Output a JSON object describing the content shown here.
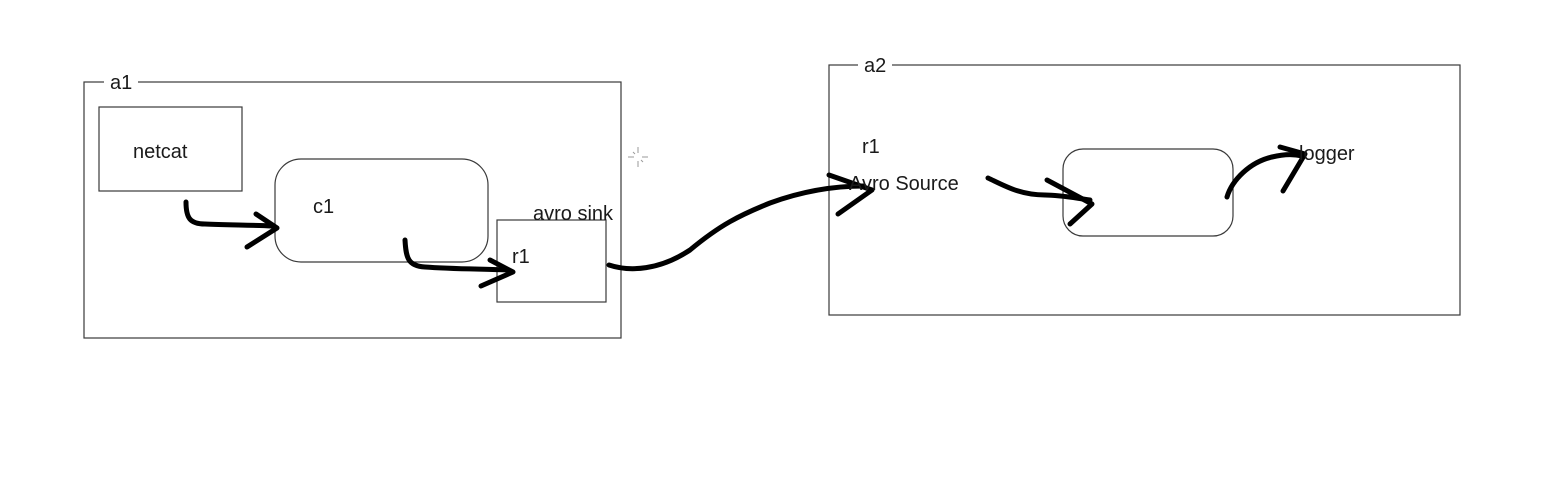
{
  "diagram": {
    "agents": [
      {
        "id": "a1",
        "label": "a1"
      },
      {
        "id": "a2",
        "label": "a2"
      }
    ],
    "nodes": {
      "netcat": {
        "label": "netcat"
      },
      "c1": {
        "label": "c1"
      },
      "a1_r1": {
        "label": "r1"
      },
      "avro_sink": {
        "label": "avro sink"
      },
      "a2_r1": {
        "label": "r1"
      },
      "avro_source": {
        "label": "Avro Source"
      },
      "logger": {
        "label": "logger"
      }
    }
  },
  "style": {
    "stroke_color": "#3a3a3a",
    "arrow_color": "#000000",
    "background": "#ffffff"
  },
  "icons": [
    "sparkle-icon"
  ]
}
